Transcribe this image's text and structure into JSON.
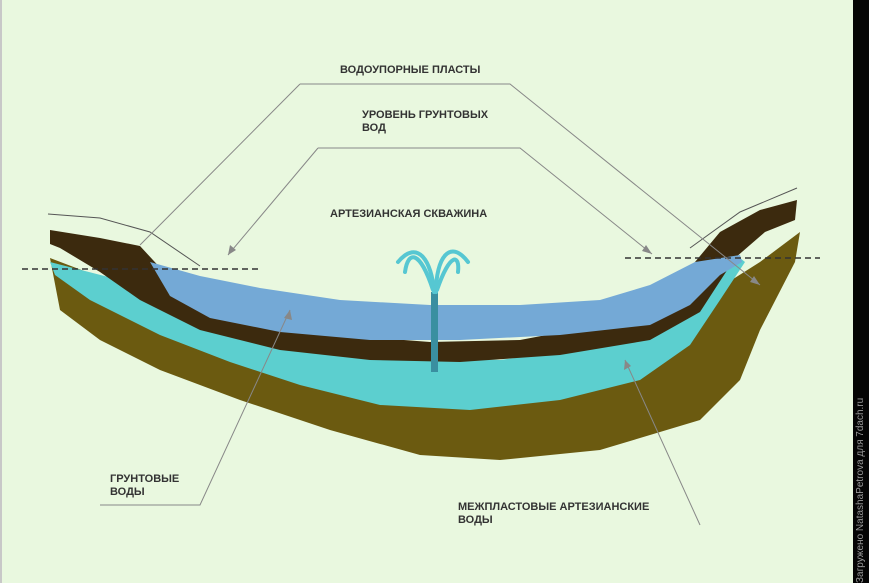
{
  "labels": {
    "impermeable_layers": "ВОДОУПОРНЫЕ ПЛАСТЫ",
    "groundwater_level_line1": "УРОВЕНЬ ГРУНТОВЫХ",
    "groundwater_level_line2": "ВОД",
    "artesian_well": "АРТЕЗИАНСКАЯ СКВАЖИНА",
    "groundwater_line1": "ГРУНТОВЫЕ",
    "groundwater_line2": "ВОДЫ",
    "interlayer_line1": "МЕЖПЛАСТОВЫЕ АРТЕЗИАНСКИЕ",
    "interlayer_line2": "ВОДЫ"
  },
  "watermark": "Загружено NatashaPetrova для 7dach.ru",
  "colors": {
    "background": "#e9f8df",
    "soil": "#6b5a10",
    "impermeable": "#3c2a0e",
    "groundwater": "#74a9d6",
    "artesian_water": "#5ccfcf",
    "fountain": "#56c7d2",
    "pipe": "#3a8fa0"
  }
}
